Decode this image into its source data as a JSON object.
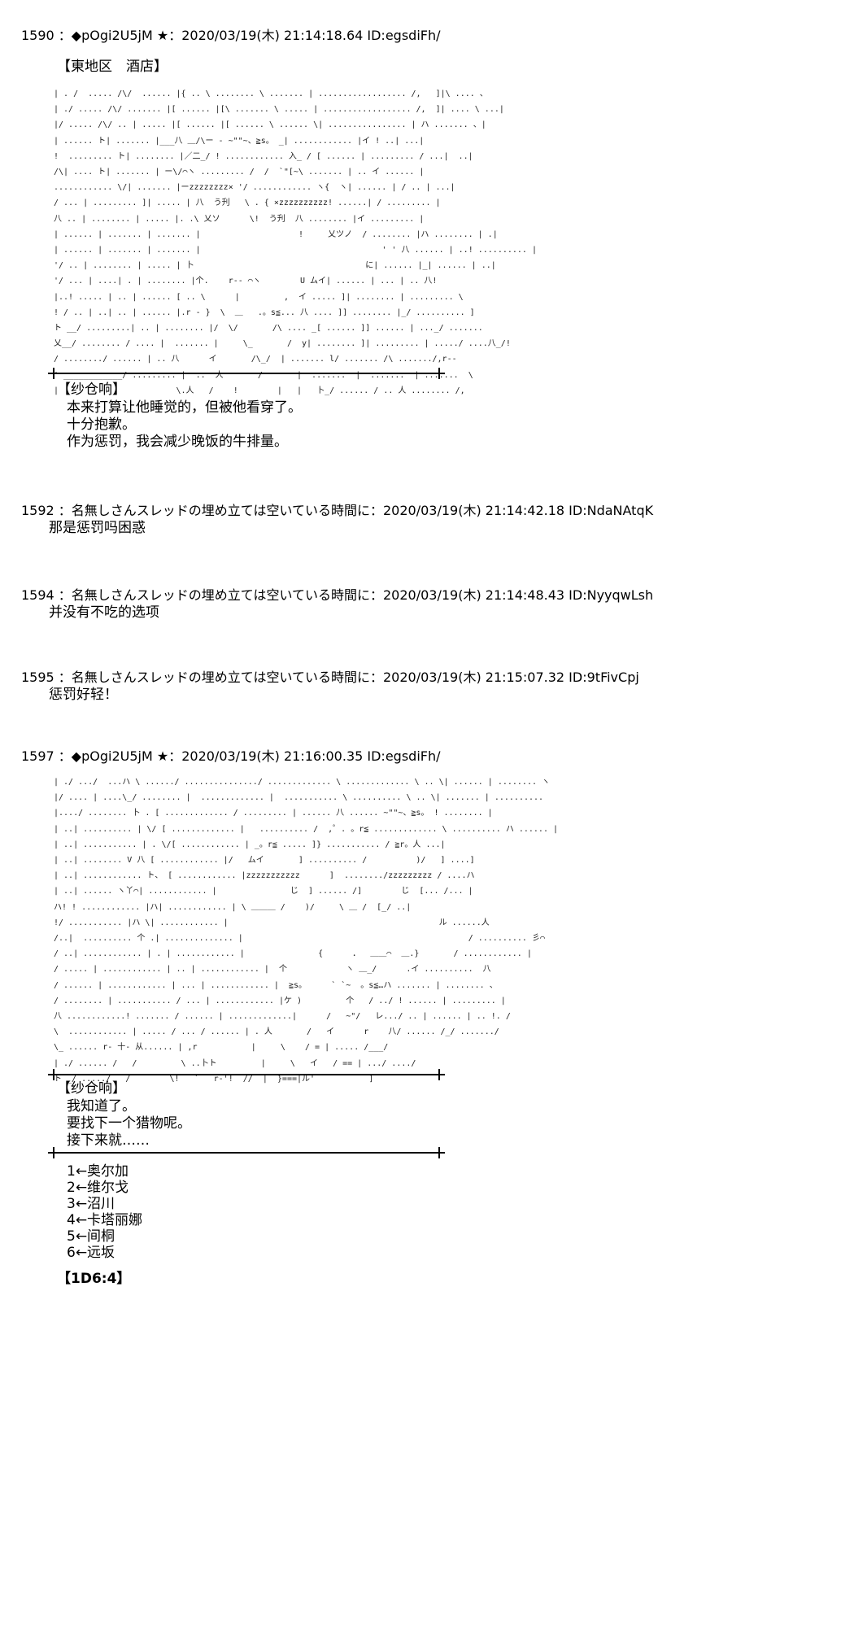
{
  "posts": [
    {
      "header": "1590 ：◆pOgi2U5jM ★：2020/03/19(木) 21:14:18.64 ID:egsdiFh/",
      "scene_label": "【東地区　酒店】",
      "speaker": "【纱仓响】",
      "lines": [
        "本来打算让他睡觉的，但被他看穿了。",
        "十分抱歉。",
        "作为惩罚，我会减少晚饭的牛排量。"
      ]
    },
    {
      "header": "1592 ：名無しさんスレッドの埋め立ては空いている時間に：2020/03/19(木) 21:14:42.18 ID:NdaNAtqK",
      "lines": [
        "那是惩罚吗困惑"
      ]
    },
    {
      "header": "1594 ：名無しさんスレッドの埋め立ては空いている時間に：2020/03/19(木) 21:14:48.43 ID:NyyqwLsh",
      "lines": [
        "并没有不吃的选项"
      ]
    },
    {
      "header": "1595 ：名無しさんスレッドの埋め立ては空いている時間に：2020/03/19(木) 21:15:07.32 ID:9tFivCpj",
      "lines": [
        "惩罚好轻！"
      ]
    },
    {
      "header": "1597 ：◆pOgi2U5jM ★：2020/03/19(木) 21:16:00.35 ID:egsdiFh/",
      "speaker": "【纱仓响】",
      "lines": [
        "我知道了。",
        "要找下一个猎物呢。",
        "接下来就……"
      ],
      "choices": [
        "1←奥尔加",
        "2←维尔戈",
        "3←沼川",
        "4←卡塔丽娜",
        "5←间桐",
        "6←远坂"
      ],
      "dice": "【1D6:4】"
    }
  ],
  "art": {
    "first": [
      "| . /  ..... /\\/  ...... |{ .. \\ ........ \\ ....... | .................. /,   ]|\\ .... 、",
      "| ./ ..... /\\/ ....... |[ ...... |[\\ ....... \\ ..... | .................. /,  ]| .... \\ ...|",
      "|/ ..... /\\/ .. | ..... |[ ...... |[ ...... \\ ...... \\| ................ | ハ ....... 、|",
      "| ...... ト| ....... |___八 ＿/\\ー ‐ ~\"\"~、≧s。 _| ............ |イ ! ..| ...|",
      "!  ......... ト| ........ |／二_/ ! ............ 入_ / [ ...... | ......... / ...|  ..|",
      "/\\| .... ト| ....... | ー\\/⌒ヽ ......... /  /  `\"[~\\ ....... | .. イ ...... |",
      "............ \\/| ....... |ーzzzzzzzz× '/ ............ ヽ{  ヽ| ...... | / .. | ...|",
      "/ ... | ......... ]| ..... | 八  う刋   \\ . { ×zzzzzzzzzz! ......| / ......... |",
      "八 .. | ........ | ..... |. .\\ 乂ソ      \\!  う刋  八 ........ |イ ......... |",
      "| ...... | ....... | ....... |                    !     乂ツノ  / ........ |ハ ........ | .|",
      "| ...... | ....... | ....... |                                     ' ' 八 ...... | ..! .......... |",
      "'/ .. | ........ | ..... | 卜                                   に| ...... |_| ...... | ..|",
      "'/ ... | ....| . | ........ |个.    r‐‐ ⌒ヽ        U ムイ| ...... | ... | .. 八!",
      "|..! ..... | .. | ...... [ .. \\      |         ,  イ ..... ]| ........ | ......... \\",
      "! / .. | ..| .. | ...... |.r ‐ }  \\  ＿   .。s≦... 八 .... ]] ........ |_/ .......... ]",
      "ト __/ .........| .. | ........ |/  \\/       /\\ .... _[ ...... ]] ...... | ..._/ .......",
      "乂__/ ........ / .... |  ....... |     \\_       /  y| ........ ]| ......... | ...../ ....八_/!",
      "/ ......../ ...... | .. 八      イ       /\\_/  | ....... l/ ....... /\\ ......./,r‐‐",
      "' ____________/ ......... |  ..  人       /       |  .......  |  .......  | .......  \\",
      "|                        \\.人   /    !        |   |   卜_/ ...... / .. 人 ........ /,"
    ],
    "second": [
      "| ./ .../  ...ハ \\ ....../ .............../ ............. \\ ............. \\ .. \\| ...... | ........ ヽ",
      "|/ .... | ....\\_/ ........ |  ............. |  ........... \\ .......... \\ .. \\| ....... | ..........",
      "|..../ ........ 卜 . [ ............. / ......... | ...... 八 ...... ~\"\"~、≧s。 ! ........ |",
      "| ..| .......... | \\/ [ ............. |   .......... /  ,゜. 。r≦ ............. \\ .......... ハ ...... |",
      "| ..| ........... | . \\/[ ............ | _。r≦ ..... ]} ........... / ≧r。人 ...|",
      "| ..| ........ V 八 [ ............ |/   ムイ       ] .......... /          )/   ] ....]",
      "| ..| ............ ト、 [ ............ |zzzzzzzzzzz      ]  ......../zzzzzzzzz / ....ハ",
      "| ..| ...... ヽ丫⌒| ............ |               じ  ] ...... /]        じ  [... /... |",
      "ハ! ! ............ |ハ| ............ | \\ ＿＿＿ /    )/     \\ ＿ /  [_/ ..|",
      "!/ ........... |ハ \\| ............ |                                           ル ......人",
      "/..|  .......... 个 .| .............. |                                              / .......... 彡⌒",
      "/ ..| ............ | . | ............ |               {      ．  ＿＿⌒  ＿.}       / ............ |",
      "/ ..... | ............ | .. | ............ |  个            ヽ ＿_/      .イ ..........  八",
      "/ ...... | ............ | ... | ............ |  ≧s。     ` `~  。s≦…ハ ....... | ........ 、",
      "/ ........ | ........... / ... | ............ |ケ )         个   / ../ ! ...... | ......... |",
      "八 ............! ....... / ...... | .............|      /   ~\"/   レ.../ .. | ...... | .. !. /",
      "\\  ............ | ..... / ... / ...... | . 人       /   イ      r    八/ ...... /_/ ......./",
      "\\_ ...... r‐ 十‐ 从...... | ,r           |     \\    / = | ..... /___/",
      "| ./ ...... /   /         \\ ..卜ト         |     \\   イ   / == | .../ ..../",
      "ト _/ ...../   /        \\!   `   r‐'!  //  |  }===|ル'           ]"
    ]
  }
}
